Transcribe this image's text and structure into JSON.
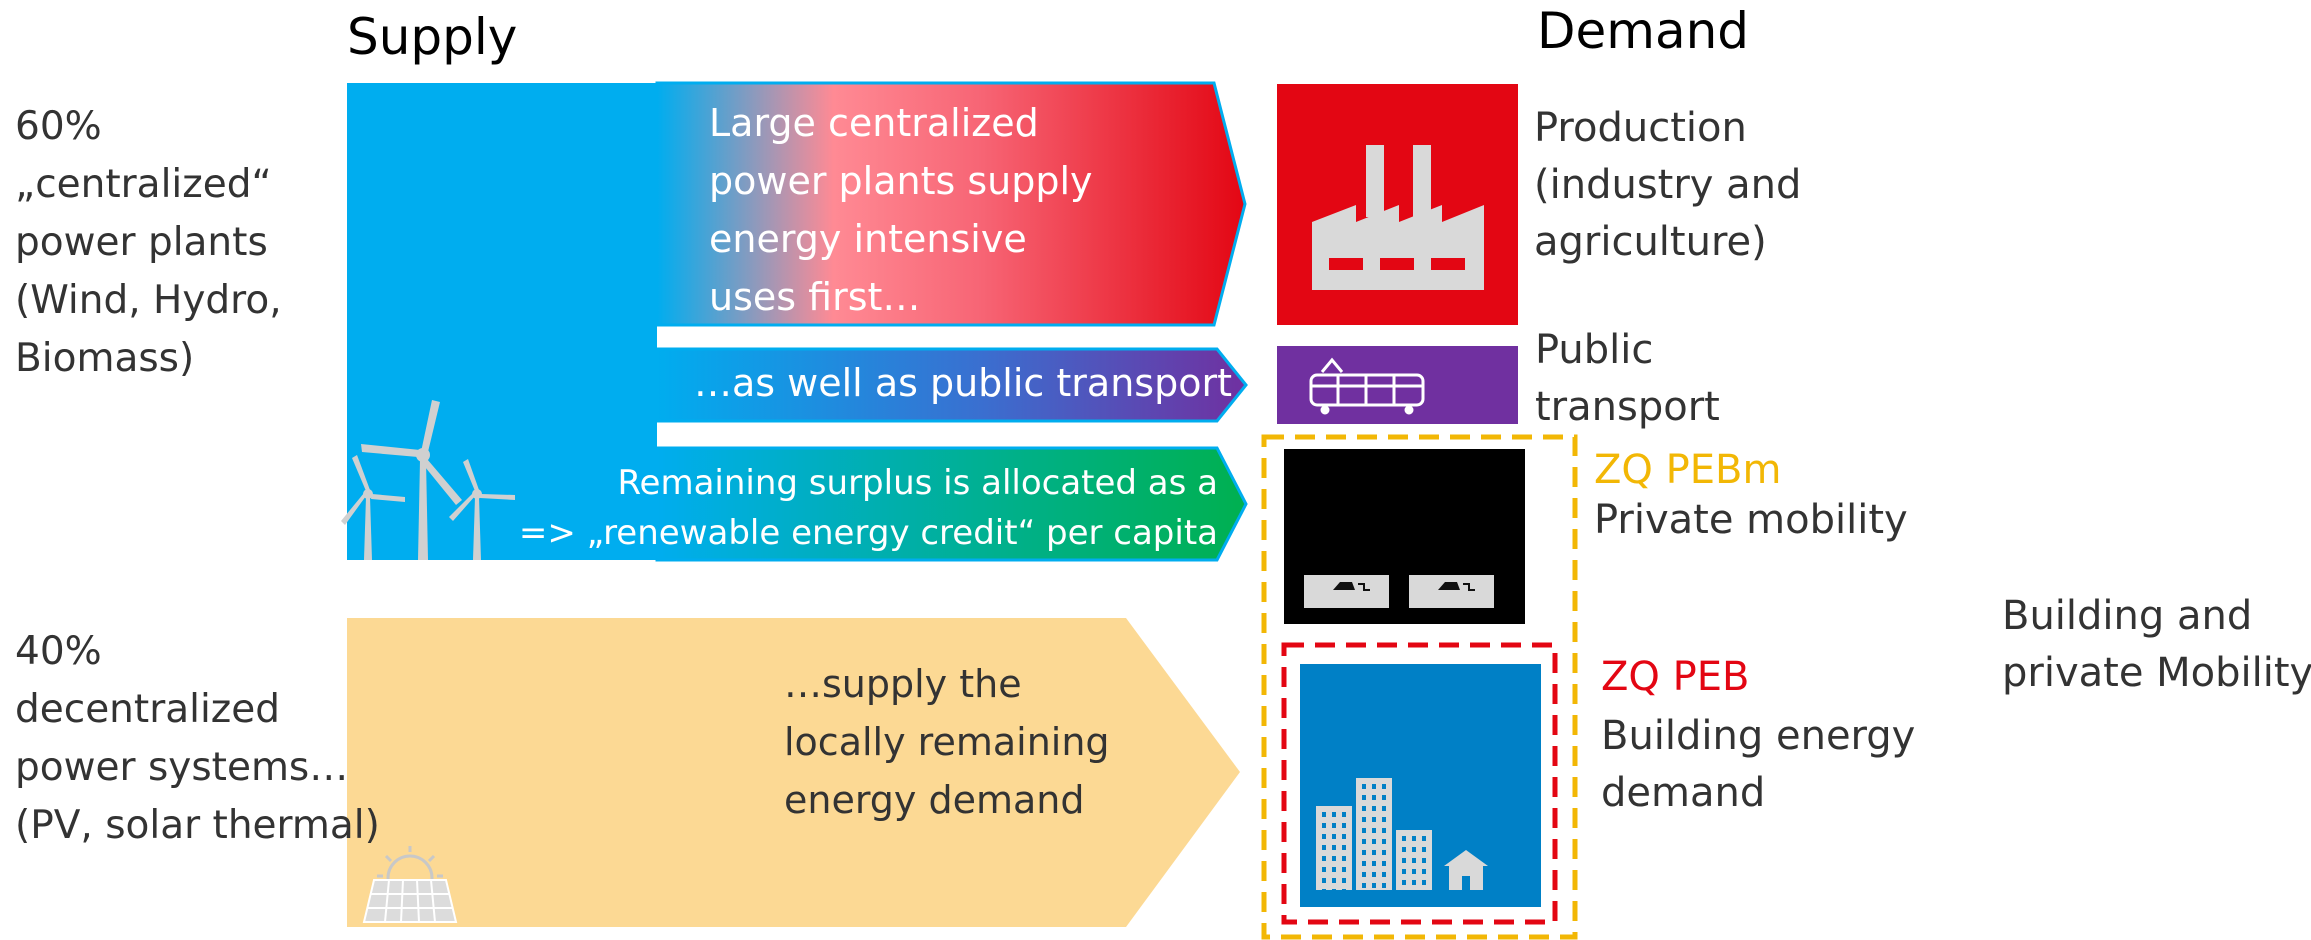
{
  "headers": {
    "supply": "Supply",
    "demand": "Demand"
  },
  "left": {
    "centralized": [
      "60%",
      "„centralized“",
      "power plants",
      "(Wind, Hydro,",
      "Biomass)"
    ],
    "decentralized": [
      "40%",
      "decentralized",
      "power systems…",
      "(PV, solar thermal)"
    ]
  },
  "arrows": {
    "large": [
      "Large centralized",
      "power plants supply",
      "energy intensive",
      "uses first…"
    ],
    "public": "…as well as public transport",
    "surplus": [
      "Remaining surplus is allocated as a",
      "=> „renewable energy credit“ per capita"
    ],
    "local": [
      "…supply the",
      "locally remaining",
      "energy demand"
    ]
  },
  "demand": {
    "production": [
      "Production",
      "(industry and",
      "agriculture)"
    ],
    "public_transport": [
      "Public",
      "transport"
    ],
    "zq_pebm": "ZQ PEBm",
    "private_mobility": "Private mobility",
    "zq_peb": "ZQ PEB",
    "building": [
      "Building energy",
      "demand"
    ],
    "right": [
      "Building and",
      "private Mobility"
    ]
  },
  "colors": {
    "supply_blue": "#00adef",
    "decentral_yellow": "#fcd994",
    "production_red": "#e30613",
    "transport_purple": "#7030a0",
    "surplus_green": "#00b050",
    "zq_yellow": "#f2b705",
    "zq_red": "#e30613",
    "building_blue": "#0080c6"
  },
  "icons": [
    "wind-turbine-icon",
    "solar-panel-icon",
    "factory-icon",
    "tram-icon",
    "ev-charging-icon",
    "city-buildings-icon",
    "house-icon"
  ]
}
